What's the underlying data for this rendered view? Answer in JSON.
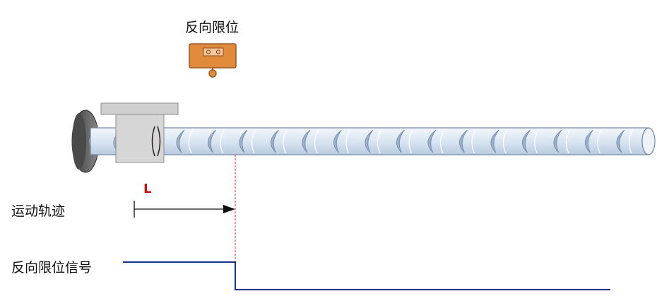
{
  "labels": {
    "limit_switch": "反向限位",
    "motion_track": "运动轨迹",
    "distance": "L",
    "limit_signal": "反向限位信号"
  },
  "colors": {
    "switch_body": "#e08a3c",
    "switch_border": "#9a5a22",
    "screw_fill": "#dce8f4",
    "screw_groove": "#9fb1c8",
    "carriage": "#d6d6d6",
    "handwheel": "#5a5a5a",
    "signal_line": "#1a2f8c",
    "trigger_marker": "#e03030",
    "distance_text": "#cc1111"
  },
  "icons": [
    "limit-switch-icon",
    "ball-screw-icon",
    "carriage-icon",
    "handwheel-icon",
    "arrow-right-icon"
  ]
}
